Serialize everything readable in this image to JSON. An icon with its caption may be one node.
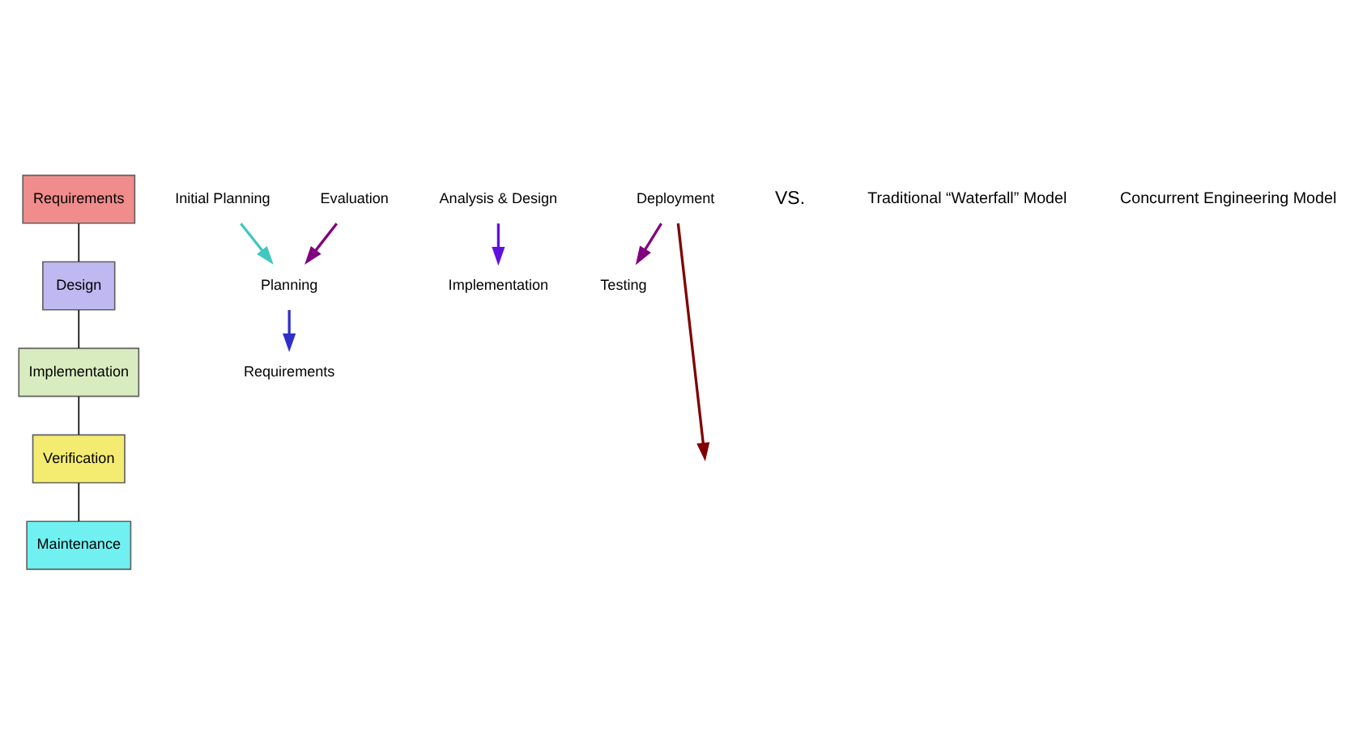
{
  "diagram": {
    "nodes": [
      {
        "text": [
          "Requirements"
        ]
      },
      {
        "text": [
          "Design"
        ]
      },
      {
        "text": [
          "Implementation"
        ]
      },
      {
        "text": [
          "Verification"
        ]
      },
      {
        "text": [
          "Maintenance"
        ]
      },
      {
        "text": [
          "Initial Planning"
        ]
      },
      {
        "text": [
          "Planning"
        ]
      },
      {
        "text": [
          "Requirements"
        ]
      },
      {
        "text": [
          "Analysis & Design"
        ]
      },
      {
        "text": [
          "Implementation"
        ]
      },
      {
        "text": [
          "Deployment"
        ]
      },
      {
        "text": [
          "Testing"
        ]
      },
      {
        "text": [
          "Evaluation"
        ]
      }
    ],
    "edges": [
      {
        "from": 0,
        "to": 1,
        "arrow": "none"
      },
      {
        "from": 1,
        "to": 2,
        "arrow": "none"
      },
      {
        "from": 2,
        "to": 3,
        "arrow": "none"
      },
      {
        "from": 3,
        "to": 4,
        "arrow": "none"
      },
      {
        "from": 5,
        "to": 6,
        "arrow": "to",
        "color": "#40c8c0"
      },
      {
        "from": 6,
        "to": 7,
        "arrow": "to",
        "color": "#3030c8"
      },
      {
        "from": 8,
        "to": 9,
        "arrow": "to",
        "color": "#6010e0"
      },
      {
        "from": 10,
        "to": 11,
        "arrow": "to",
        "color": "#800080"
      },
      {
        "from": 12,
        "to": 6,
        "arrow": "to",
        "color": "#800080"
      },
      {
        "from": 10,
        "to": null,
        "arrow": "to",
        "color": "#800000"
      }
    ],
    "labels": [
      "VS.",
      "Traditional “Waterfall” Model",
      "Concurrent Engineering Model"
    ]
  }
}
